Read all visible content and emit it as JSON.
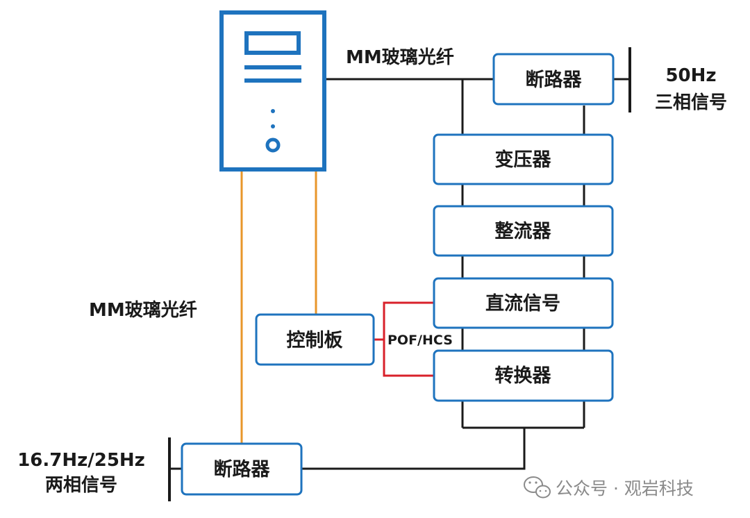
{
  "labels": {
    "fiber_top": "MM玻璃光纤",
    "fiber_left": "MM玻璃光纤",
    "pof_hcs": "POF/HCS",
    "signal_50hz_line1": "50Hz",
    "signal_50hz_line2": "三相信号",
    "signal_16hz_line1": "16.7Hz/25Hz",
    "signal_16hz_line2": "两相信号"
  },
  "boxes": {
    "breaker_top": "断路器",
    "transformer": "变压器",
    "rectifier": "整流器",
    "dc_signal": "直流信号",
    "converter": "转换器",
    "control_board": "控制板",
    "breaker_bottom": "断路器"
  },
  "watermark": {
    "text": "公众号 · 观岩科技",
    "icon": "wechat-icon"
  },
  "colors": {
    "box_border": "#1e73be",
    "black_line": "#1a1a1a",
    "orange_fiber": "#e8962a",
    "red_line": "#d8202a",
    "watermark_gray": "#8a8a8a"
  }
}
